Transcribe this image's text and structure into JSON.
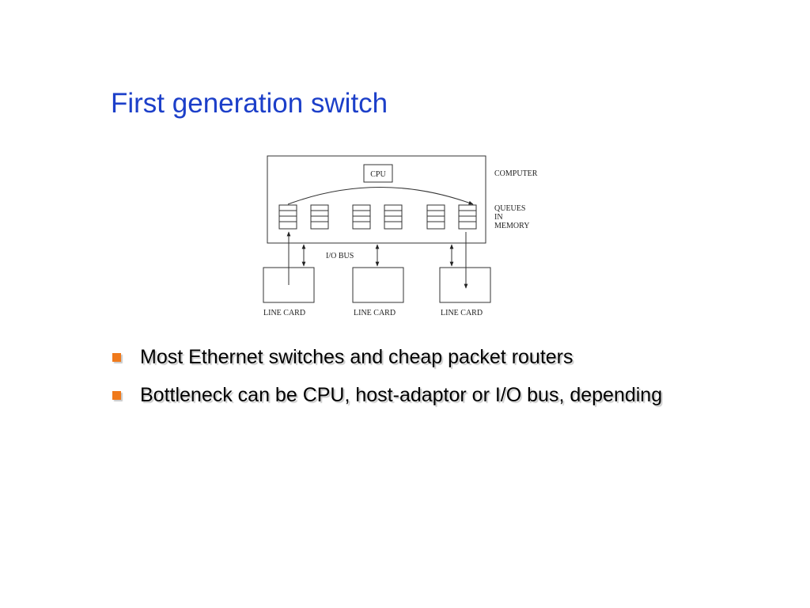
{
  "slide": {
    "title": "First generation switch"
  },
  "diagram": {
    "cpu_label": "CPU",
    "computer_label": "COMPUTER",
    "queues_label": [
      "QUEUES",
      "IN",
      "MEMORY"
    ],
    "io_bus_label": "I/O BUS",
    "line_card_labels": [
      "LINE CARD",
      "LINE CARD",
      "LINE CARD"
    ]
  },
  "bullets": [
    {
      "text": "Most Ethernet switches and cheap packet routers"
    },
    {
      "text": "Bottleneck can be CPU, host-adaptor or I/O bus, depending"
    }
  ],
  "colors": {
    "title": "#1c3fc9",
    "bullet_marker": "#f07a1c"
  }
}
